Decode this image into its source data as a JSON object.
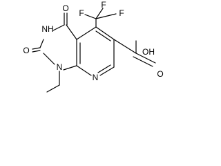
{
  "molecule": {
    "atoms": {
      "n3": "NH",
      "o4": "O",
      "o2": "O",
      "n1": "N",
      "n8": "N",
      "f1": "F",
      "f2": "F",
      "f3": "F",
      "oh": "OH",
      "o_acid": "O"
    }
  }
}
